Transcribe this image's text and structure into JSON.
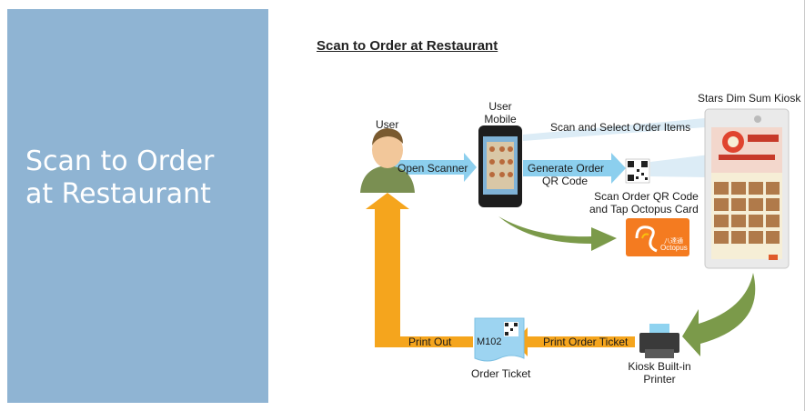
{
  "slide": {
    "sidebar_title_line1": "Scan to Order",
    "sidebar_title_line2": "at Restaurant",
    "diagram_title": "Scan to Order at Restaurant"
  },
  "nodes": {
    "user": "User",
    "mobile_line1": "User",
    "mobile_line2": "Mobile",
    "kiosk": "Stars Dim Sum Kiosk",
    "printer_line1": "Kiosk Built-in",
    "printer_line2": "Printer",
    "ticket": "Order Ticket",
    "ticket_code": "M102",
    "octopus_brand": "Octopus",
    "octopus_chinese": "八達通"
  },
  "steps": {
    "open_scanner": "Open Scanner",
    "generate_line1": "Generate Order",
    "generate_line2": "QR Code",
    "scan_select": "Scan and Select Order Items",
    "scan_tap_line1": "Scan Order QR Code",
    "scan_tap_line2": "and  Tap Octopus Card",
    "print_ticket": "Print Order Ticket",
    "print_out": "Print Out"
  },
  "colors": {
    "sidebar": "#8fb4d3",
    "blue_arrow": "#8ccfee",
    "orange_arrow": "#f5a51d",
    "green_arrow": "#7b9a4a",
    "octopus": "#f47b20"
  },
  "icons": [
    "user-avatar-icon",
    "mobile-phone-icon",
    "qr-code-icon",
    "kiosk-icon",
    "octopus-card-icon",
    "printer-icon",
    "order-ticket-icon"
  ]
}
